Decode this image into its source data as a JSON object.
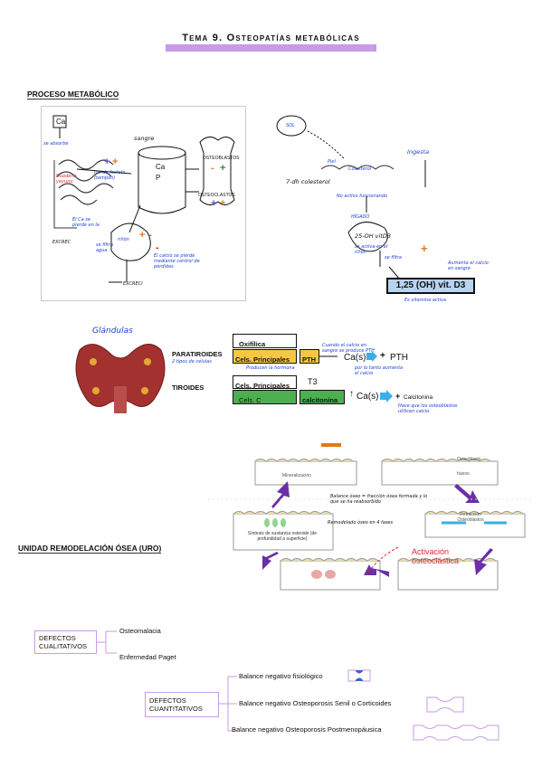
{
  "title": "Tema 9. Osteopatías metabólicas",
  "section1": {
    "heading": "PROCESO METABÓLICO",
    "ca_label": "Ca",
    "se_absorbe": "se absorbe",
    "duodeno": "Duodeno yeyuno",
    "ion_fosfato": "Ion de fosfato (tampón)",
    "sangre": "sangre",
    "ca_sym": "Ca",
    "p_sym": "P",
    "osteoblastos": "OSTEOBLASTOS",
    "osteoclastos": "OSTEOCLASTOS",
    "el_ca_pierde": "El Ca se pierde en la",
    "excrecion1": "EXCREC",
    "se_filtra_agua": "se filtra agua",
    "rinon": "riñón",
    "calcio_pierde": "El calcio se pierde mediante control de pérdidas",
    "excrecion2": "EXCRECI",
    "sol": "SOL",
    "piel": "Piel",
    "colesterol": "Colesterol",
    "seccion_piel": "7-dh colesterol",
    "no_funcionando": "No activo funcionando",
    "higado": "HÍGADO",
    "oh_d3": "25-OH vitD3",
    "se_forma_activa": "se activa en el riñón",
    "se_filtra": "se filtra",
    "ingesta": "Ingesta",
    "aumenta_calcio": "Aumenta el calcio en sangre",
    "vit_d3": "1,25 (OH) vit. D3",
    "es_vitamina": "Es vitamina activa"
  },
  "section2": {
    "glandulas": "Glándulas",
    "paratiroides": "PARATIROIDES",
    "dos_tipos": "2 tipos de células",
    "tiroides": "TIROIDES",
    "oxifilica": "Oxifílica",
    "cels_principales": "Cels. Principales",
    "pth_box": "PTH",
    "producen_hormona": "Producen la hormona",
    "cuando_calcio": "Cuando el calcio en sangre se produce PTH",
    "ca_s": "Ca(s)",
    "pth_text": "PTH",
    "por_tanto": "por lo tanto aumenta el calcio",
    "cels_principales2": "Cels. Principales",
    "t3": "T3",
    "cels_c": "Cels. C",
    "calcitonina_box": "calcitonina",
    "ca_s2": "Ca(s)",
    "calcitonina_text": "Calcitonina",
    "hace_que": "Hace que los osteoblastos utilicen calcio"
  },
  "section3": {
    "heading": "UNIDAD REMODELACIÓN ÓSEA (URO)",
    "mineralizacion": "Mineralización",
    "osteoblasts": "Osteoblasts",
    "hueso": "hueso",
    "retraccion": "Retracción Osteoblastos",
    "sintesis": "Síntesis de sustancia osteoide (de profundidad a superficie)",
    "activacion": "Activación osteoclástica",
    "balance_note": "Balance óseo = fracción ósea formada y lo que se ha reabsorbido",
    "remodel_note": "Remodelado óseo en 4 fases"
  },
  "section4": {
    "cualitativos": "DEFECTOS CUALITATIVOS",
    "osteomalacia": "Osteomalacia",
    "paget": "Enfermedad Paget",
    "cuantitativos": "DEFECTOS CUANTITATIVOS",
    "fisiologico": "Balance negativo fisiológico",
    "senil": "Balance negativo Osteoporosis Senil o Corticoides",
    "postmeno": "Balance negativo Osteoporosis Postmenopáusica"
  },
  "colors": {
    "purple": "#c69be8",
    "blue_ink": "#1a3fd6",
    "orange": "#e07a1a",
    "green": "#2e8b2e",
    "red": "#d52a2a",
    "arrow_purple": "#6b2fa7",
    "pth_yellow": "#f6c744",
    "cels_green": "#4caf50",
    "vit_blue": "#b7d3ef"
  }
}
